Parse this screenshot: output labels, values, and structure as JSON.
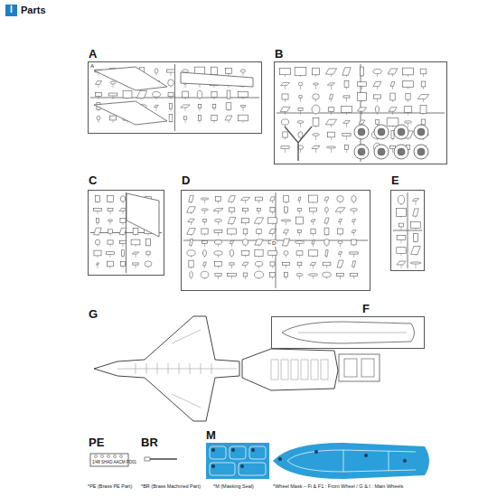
{
  "diagram": {
    "title": "Parts",
    "nodes": [
      {
        "text": [
          "I"
        ]
      },
      {
        "text": [
          "A"
        ]
      },
      {
        "text": [
          "B"
        ]
      },
      {
        "text": [
          "C"
        ]
      },
      {
        "text": [
          "D"
        ]
      },
      {
        "text": [
          "E"
        ]
      },
      {
        "text": [
          "F"
        ]
      },
      {
        "text": [
          "G"
        ]
      },
      {
        "text": [
          "M"
        ]
      },
      {
        "text": [
          "PE"
        ]
      },
      {
        "text": [
          "BR"
        ]
      }
    ],
    "labels": [
      "A",
      "D",
      "1/48 SHAD AACM PD01",
      "*PE (Brass PE Part)",
      "*BR (Brass Machined Part)",
      "*M (Masking Seal)",
      "*Wheel Mask – Fi & F1 : Front Wheel / G & I : Main Wheels"
    ]
  }
}
